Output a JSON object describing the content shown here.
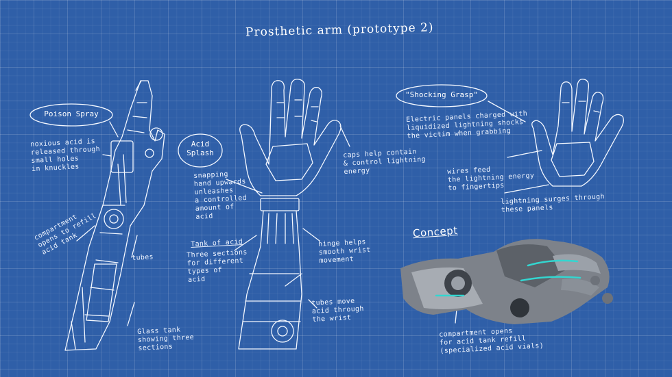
{
  "title": "Prosthetic arm (prototype 2)",
  "section_heading": "Concept",
  "callouts": {
    "poison_spray_label": "Poison Spray",
    "poison_spray_desc": "noxious acid is\nreleased through\nsmall holes\nin knuckles",
    "acid_splash_label": "Acid\nSplash",
    "acid_splash_desc": "snapping\nhand upwards\nunleashes\na controlled\namount of\nacid",
    "shocking_grasp_label": "\"Shocking Grasp\"",
    "shocking_grasp_desc": "Electric panels charged with\nliquidized lightning shocks\nthe victim when grabbing",
    "caps_note": "caps help contain\n& control lightning\nenergy",
    "wires_note": "wires feed\nthe lightning energy\nto fingertips",
    "lightning_surges_note": "lightning surges through\nthese panels",
    "compartment_note": "compartment\nopens to refill\nacid tank",
    "tubes_note": "tubes",
    "glass_tank_note": "Glass tank\nshowing three\nsections",
    "tank_of_acid_heading": "Tank of acid",
    "tank_of_acid_desc": "Three sections\nfor different\ntypes of\nacid",
    "hinge_note": "hinge helps\nsmooth wrist\nmovement",
    "tubes_move_note": "tubes move\nacid through\nthe wrist",
    "concept_compartment_note": "compartment opens\nfor acid tank refill\n(specialized acid vials)"
  },
  "colors": {
    "blueprint_bg": "#2f5fa8",
    "ink": "#ffffff",
    "concept_metal": "#8a8f96",
    "concept_glow": "#33d6d0"
  }
}
